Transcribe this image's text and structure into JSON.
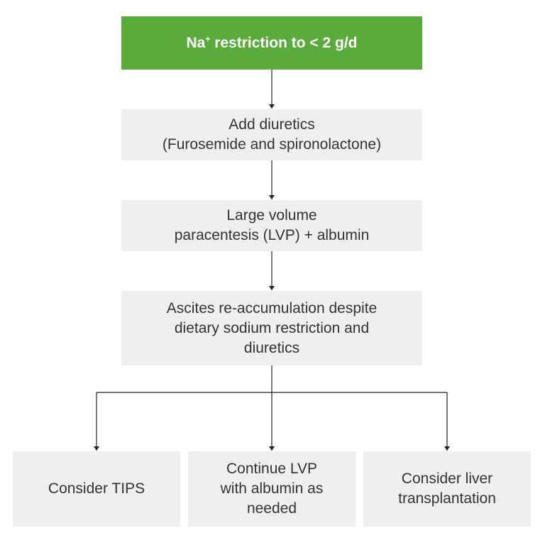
{
  "colors": {
    "start_box": "#5aaa3c",
    "step_box": "#efefef",
    "text": "#333333",
    "connector": "#222222"
  },
  "start": {
    "prefix": "Na",
    "superscript": "+",
    "suffix": " restriction to < 2 g/d"
  },
  "steps": [
    {
      "lines": [
        "Add diuretics",
        "(Furosemide and spironolactone)"
      ]
    },
    {
      "lines": [
        "Large volume",
        "paracentesis (LVP) + albumin"
      ]
    },
    {
      "lines": [
        "Ascites re-accumulation despite",
        "dietary sodium restriction and",
        "diuretics"
      ]
    }
  ],
  "options": [
    {
      "lines": [
        "Consider TIPS"
      ]
    },
    {
      "lines": [
        "Continue LVP",
        "with albumin as",
        "needed"
      ]
    },
    {
      "lines": [
        "Consider liver",
        "transplantation"
      ]
    }
  ]
}
